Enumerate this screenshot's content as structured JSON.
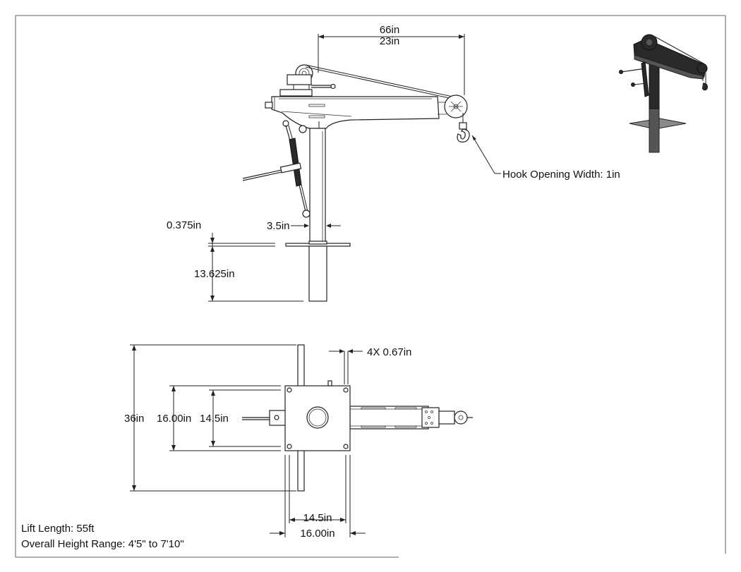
{
  "dimensions": {
    "boom_length": "66in",
    "boom_offset": "23in",
    "hook_opening": "Hook Opening Width: 1in",
    "plate_thickness": "0.375in",
    "post_diameter": "3.5in",
    "sleeve_depth": "13.625in",
    "hole_spacing": "4X 0.67in",
    "overall_width": "36in",
    "plate_outer_v": "16.00in",
    "plate_inner_v": "14.5in",
    "plate_inner_h": "14.5in",
    "plate_outer_h": "16.00in"
  },
  "notes": {
    "lift_length": "Lift Length: 55ft",
    "height_range": "Overall Height Range: 4'5\" to 7'10\""
  },
  "colors": {
    "line": "#222222",
    "render_dark": "#2a2a2a",
    "render_mid": "#555555"
  }
}
